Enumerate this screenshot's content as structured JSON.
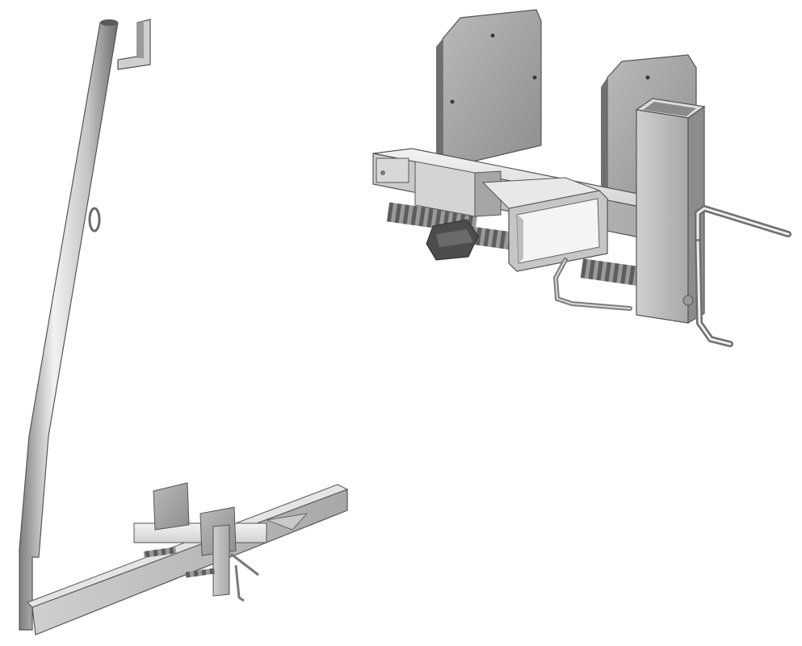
{
  "scene": {
    "background": "#ffffff",
    "palette": {
      "steel_light": "#e6e6e6",
      "steel_mid": "#bdbdbd",
      "steel_dark": "#8a8a8a",
      "steel_shadow": "#5e5e5e",
      "outline": "#4a4a4a"
    },
    "objects": [
      {
        "name": "guardrail-post-assembly",
        "icon": "guardrail-post-illustration"
      },
      {
        "name": "clamp-detail",
        "icon": "clamp-detail-illustration"
      }
    ]
  }
}
